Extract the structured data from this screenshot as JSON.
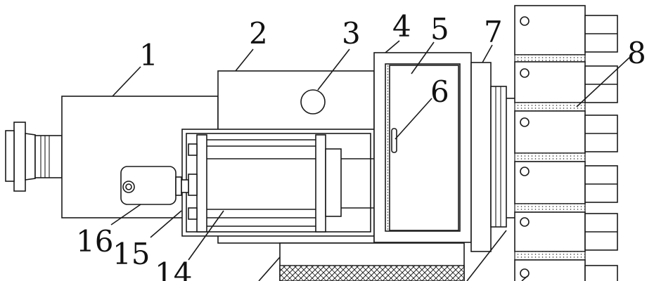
{
  "labels": {
    "l1": "1",
    "l2": "2",
    "l3": "3",
    "l4": "4",
    "l5": "5",
    "l6": "6",
    "l7": "7",
    "l8": "8",
    "l14": "14",
    "l15": "15",
    "l16": "16"
  },
  "colors": {
    "stroke": "#1a1a1a",
    "background": "#ffffff"
  }
}
